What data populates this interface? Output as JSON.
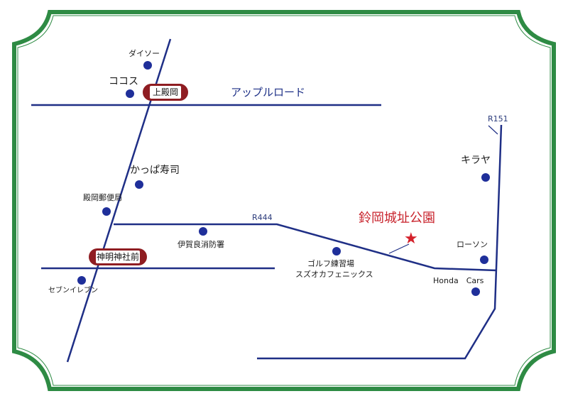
{
  "map": {
    "title": "鈴岡城址公園",
    "roads": {
      "apple_road": "アップルロード",
      "r444": "R444",
      "r151": "R151"
    },
    "stations": {
      "kami_tonooka": "上殿岡",
      "shinmei_jinjamae": "神明神社前"
    },
    "places": {
      "daiso": "ダイソー",
      "cocos": "ココス",
      "kappa_sushi": "かっぱ寿司",
      "post_office": "殿岡郵便局",
      "fire_station": "伊賀良消防署",
      "seven_eleven": "セブンイレブン",
      "golf_line1": "ゴルフ練習場",
      "golf_line2": "スズオカフェニックス",
      "kiraya": "キラヤ",
      "lawson": "ローソン",
      "honda_cars": "Honda　Cars"
    },
    "colors": {
      "frame": "#2e8b44",
      "road": "#1f2f86",
      "marker": "#1f2f9a",
      "badge": "#8f1d22",
      "title": "#c8232c"
    }
  }
}
